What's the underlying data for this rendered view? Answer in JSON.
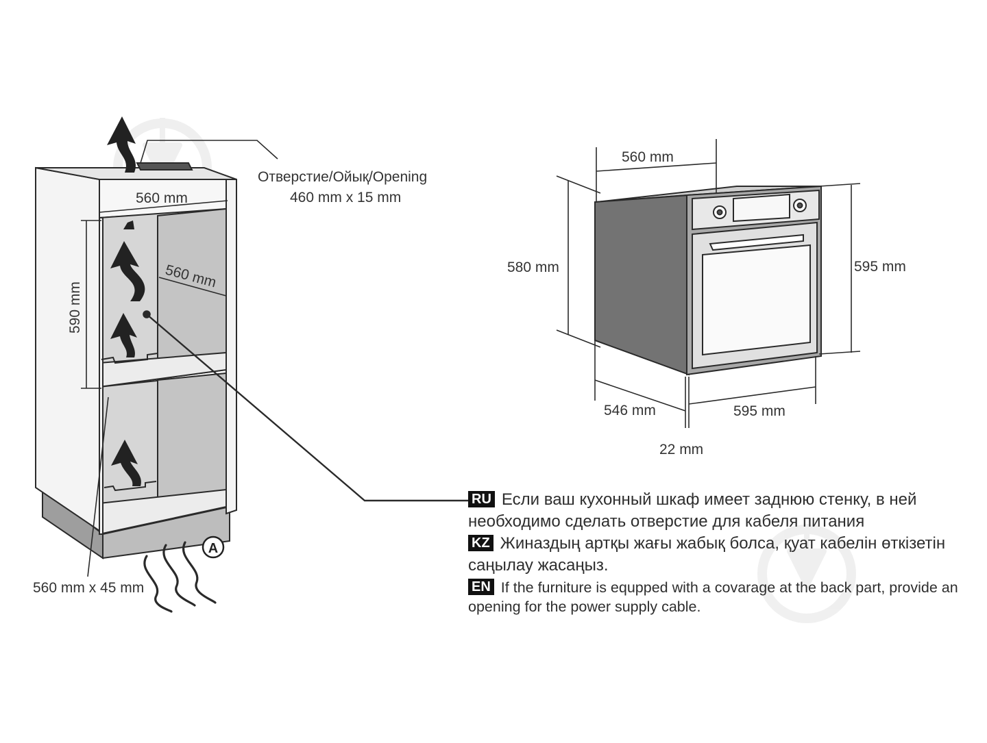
{
  "cabinet": {
    "top_width": "560 mm",
    "depth": "560 mm",
    "height": "590 mm",
    "vent_opening": "560 mm x 45 mm",
    "marker": "A"
  },
  "callout": {
    "line1": "Отверстие/Ойық/Opening",
    "line2": "460 mm x 15 mm"
  },
  "oven": {
    "width": "560 mm",
    "height": "580 mm",
    "front_height": "595 mm",
    "depth": "546 mm",
    "front_width": "595 mm",
    "panel_thickness": "22 mm"
  },
  "notes": [
    {
      "lang": "RU",
      "text": "Если ваш кухонный шкаф имеет заднюю стенку, в ней необходимо сделать отверстие для кабеля питания"
    },
    {
      "lang": "KZ",
      "text": "Жиназдың артқы жағы жабық болса, қуат кабелін өткізетін саңылау жасаңыз."
    },
    {
      "lang": "EN",
      "text": "If the furniture is equpped with a covarage at the back part, provide an opening for the power supply cable."
    }
  ],
  "colors": {
    "line": "#2a2a2a",
    "cabinet_face": "#f2f2f2",
    "cabinet_inner": "#d9d9d9",
    "plinth": "#b3b3b3",
    "oven_side": "#7a7a7a",
    "oven_front": "#a6a6a6",
    "badge": "#111111",
    "watermark": "#e6e6e6"
  },
  "icons": [
    "airflow-arrow-icon",
    "heat-wave-icon",
    "plug-watermark-icon",
    "control-knob-icon",
    "oven-handle-icon"
  ]
}
